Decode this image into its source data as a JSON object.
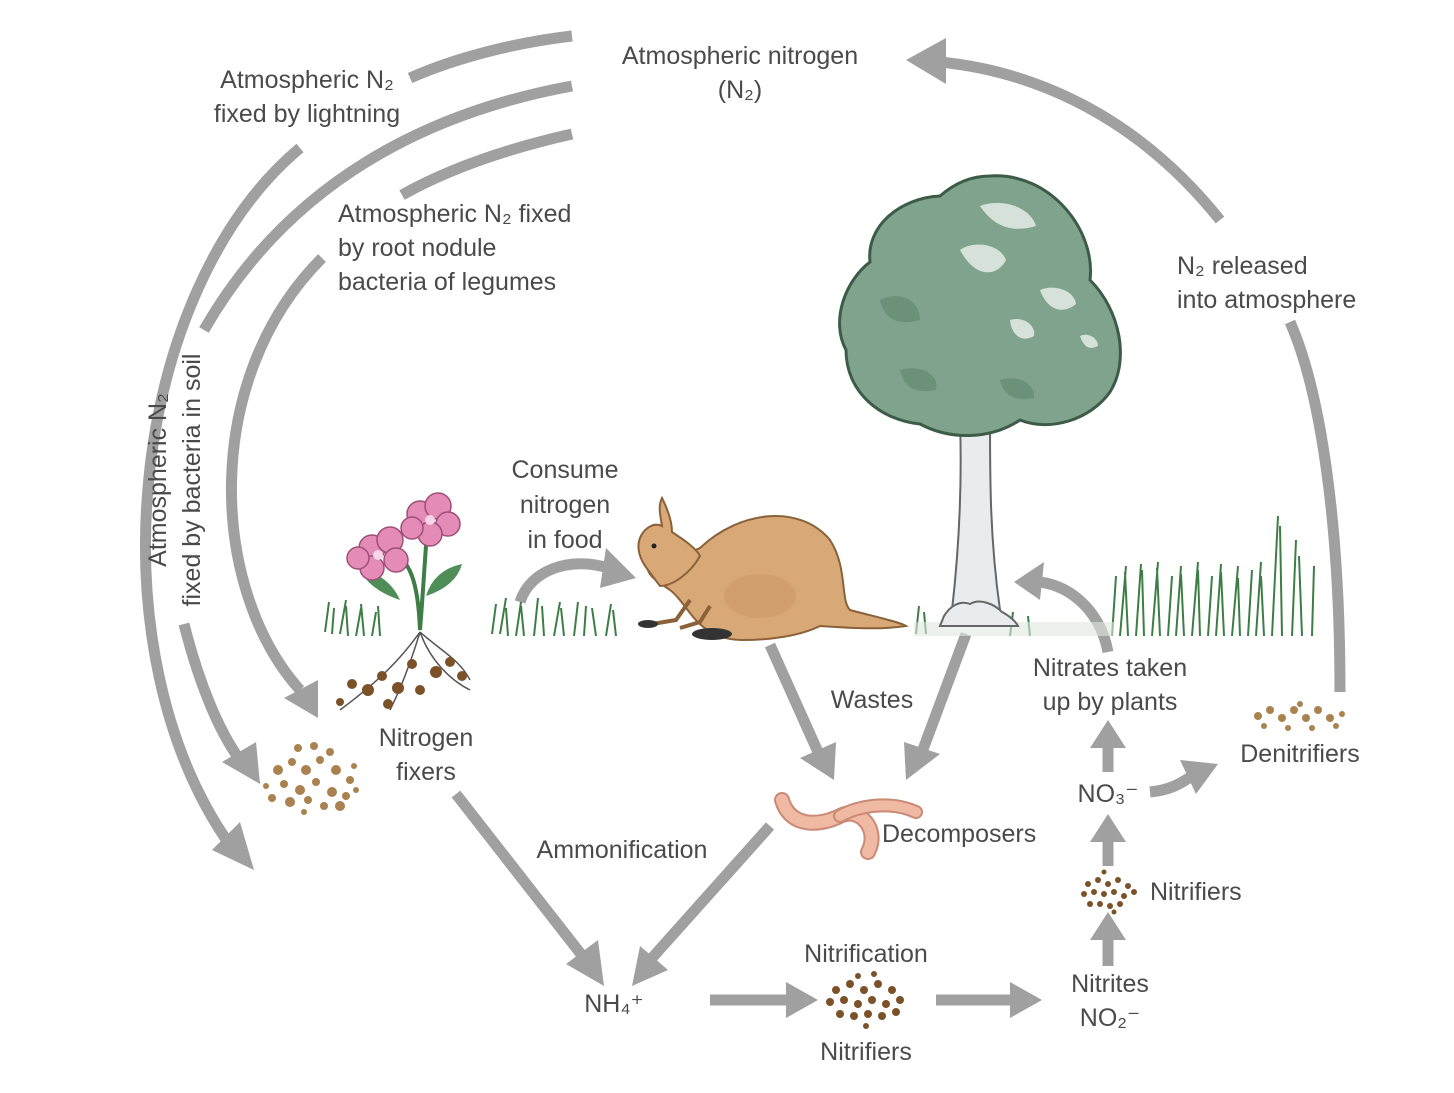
{
  "labels": {
    "atmospheric_nitrogen": "Atmospheric nitrogen",
    "n2_formula": "(N₂)",
    "lightning_line1": "Atmospheric N₂",
    "lightning_line2": "fixed by lightning",
    "legume_line1": "Atmospheric N₂ fixed",
    "legume_line2": "by root nodule",
    "legume_line3": "bacteria of legumes",
    "soil_line1": "Atmospheric N₂",
    "soil_line2": "fixed by bacteria in soil",
    "consume_line1": "Consume",
    "consume_line2": "nitrogen",
    "consume_line3": "in food",
    "released_line1": "N₂ released",
    "released_line2": "into atmosphere",
    "nitrogen_fixers_line1": "Nitrogen",
    "nitrogen_fixers_line2": "fixers",
    "wastes": "Wastes",
    "nitrates_taken_line1": "Nitrates taken",
    "nitrates_taken_line2": "up by plants",
    "denitrifiers": "Denitrifiers",
    "no3": "NO₃⁻",
    "decomposers": "Decomposers",
    "ammonification": "Ammonification",
    "nitrifiers_right": "Nitrifiers",
    "nitrification": "Nitrification",
    "nh4": "NH₄⁺",
    "nitrifiers_bottom": "Nitrifiers",
    "nitrites_line1": "Nitrites",
    "no2": "NO₂⁻"
  },
  "colors": {
    "arrow": "#a0a0a0",
    "text": "#4a4a4a",
    "grass": "#3e7d46",
    "tree_foliage": "#7fa38c",
    "kangaroo": "#d9a877",
    "flower": "#e58bb8",
    "soil_bacteria": "#a9824f",
    "worm": "#f0b9a4"
  },
  "icons": [
    "flower-plant-icon",
    "kangaroo-icon",
    "tree-icon",
    "grass-icon",
    "worm-icon",
    "soil-bacteria-icon"
  ]
}
